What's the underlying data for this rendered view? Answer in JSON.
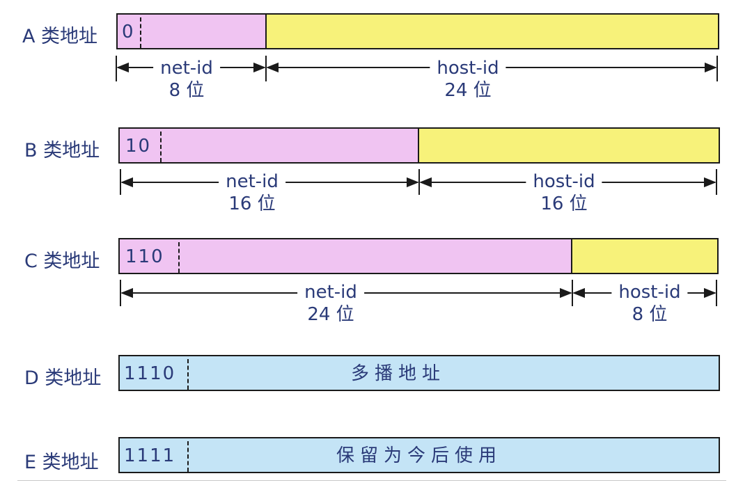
{
  "rows": [
    {
      "class_label": "A 类地址",
      "prefix": "0",
      "segments": [
        {
          "name": "net-id",
          "bits": "8 位",
          "color": "#f0c4f2"
        },
        {
          "name": "host-id",
          "bits": "24 位",
          "color": "#f7f27a"
        }
      ]
    },
    {
      "class_label": "B 类地址",
      "prefix": "10",
      "segments": [
        {
          "name": "net-id",
          "bits": "16 位",
          "color": "#f0c4f2"
        },
        {
          "name": "host-id",
          "bits": "16 位",
          "color": "#f7f27a"
        }
      ]
    },
    {
      "class_label": "C 类地址",
      "prefix": "110",
      "segments": [
        {
          "name": "net-id",
          "bits": "24 位",
          "color": "#f0c4f2"
        },
        {
          "name": "host-id",
          "bits": "8 位",
          "color": "#f7f27a"
        }
      ]
    },
    {
      "class_label": "D 类地址",
      "prefix": "1110",
      "text": "多播地址",
      "color": "#c4e4f6"
    },
    {
      "class_label": "E 类地址",
      "prefix": "1111",
      "text": "保留为今后使用",
      "color": "#c4e4f6"
    }
  ],
  "colors": {
    "net": "#f0c4f2",
    "host": "#f7f27a",
    "special": "#c4e4f6",
    "text": "#2a3a78",
    "border": "#1a1a1a"
  }
}
